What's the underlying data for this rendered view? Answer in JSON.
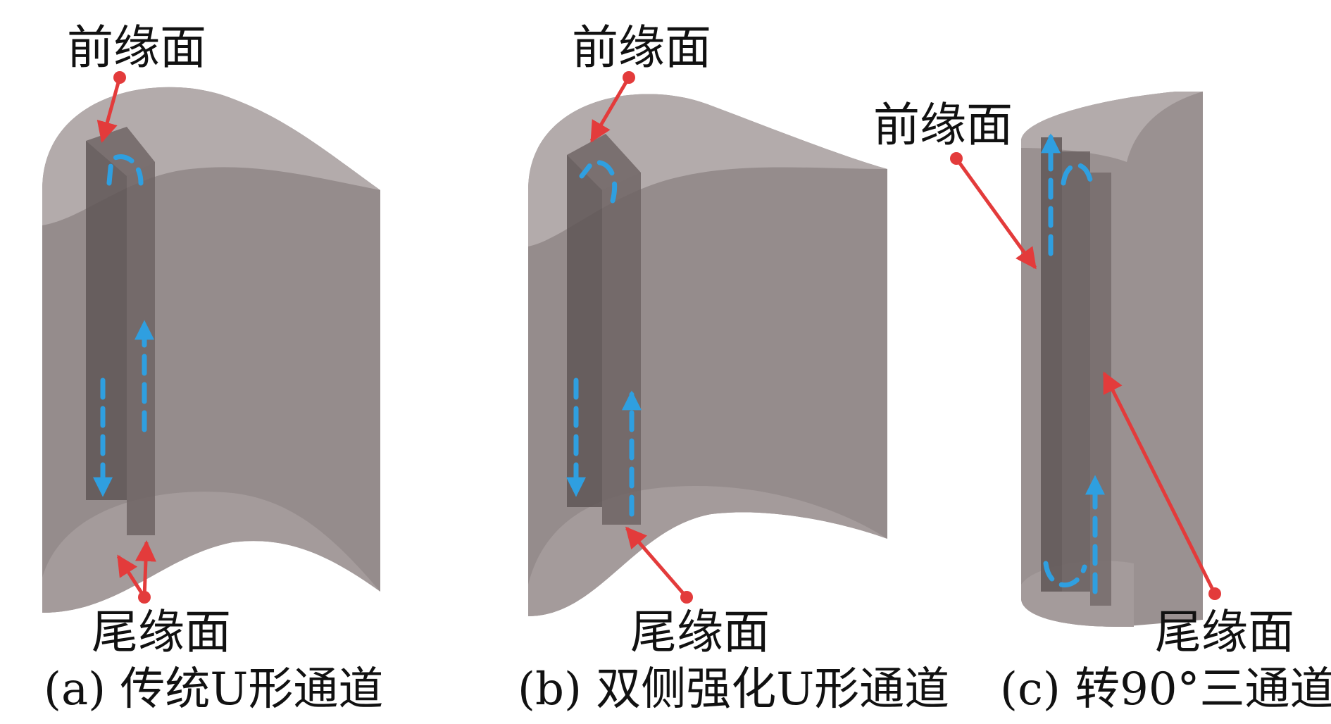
{
  "colors": {
    "shell_fill": "#8c8282",
    "shell_light": "#b3abab",
    "channel_fill": "#5f5656",
    "flow": "#2f9fe0",
    "marker": "#e33b3b"
  },
  "panels": [
    {
      "id": "a",
      "leading_label": "前缘面",
      "trailing_label": "尾缘面",
      "caption": "(a) 传统U形通道"
    },
    {
      "id": "b",
      "leading_label": "前缘面",
      "trailing_label": "尾缘面",
      "caption": "(b) 双侧强化U形通道"
    },
    {
      "id": "c",
      "leading_label": "前缘面",
      "trailing_label": "尾缘面",
      "caption": "(c) 转90°三通道"
    }
  ]
}
